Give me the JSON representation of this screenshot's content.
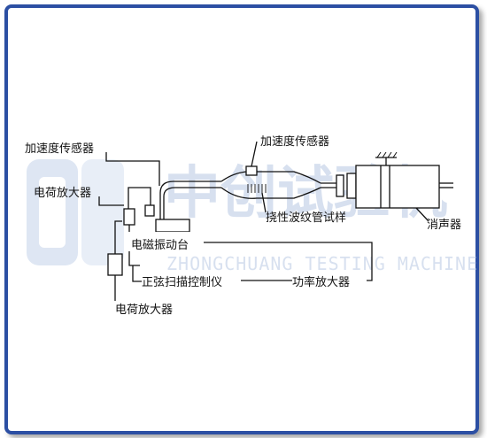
{
  "labels": {
    "accel_sensor_left": "加速度传感器",
    "charge_amp_top": "电荷放大器",
    "charge_amp_bottom": "电荷放大器",
    "electromagnetic_shaker": "电磁振动台",
    "sine_sweep_controller": "正弦扫描控制仪",
    "power_amplifier": "功率放大器",
    "accel_sensor_right": "加速度传感器",
    "flexible_hose_specimen": "挠性波纹管试样",
    "muffler": "消声器"
  },
  "watermark": {
    "brand": "中创试验机",
    "english": "ZHONGCHUANG TESTING MACHINE"
  },
  "colors": {
    "frame": "#2c4fa3",
    "line": "#111111",
    "watermark": "#b7c7e3"
  }
}
